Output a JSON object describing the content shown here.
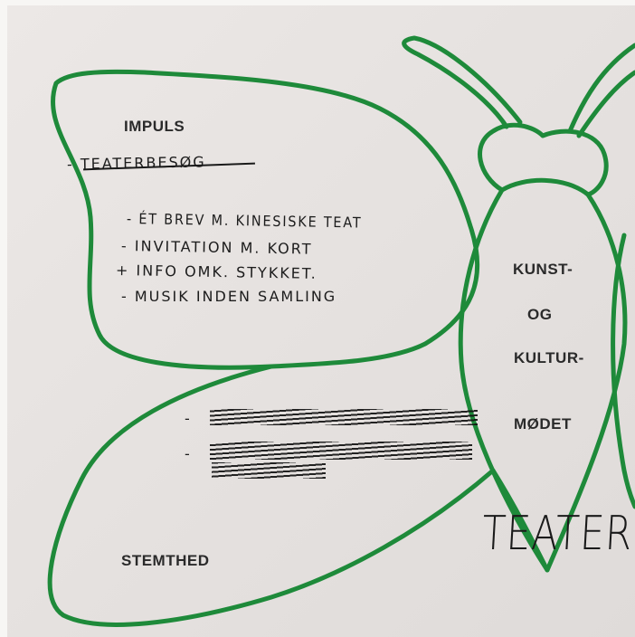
{
  "title": {
    "line1": "KUNST-",
    "line2": "OG",
    "line3": "KULTUR-",
    "line4": "MØDET"
  },
  "wing_labels": {
    "top": "IMPULS",
    "bottom": "STEMTHED"
  },
  "crossed_out_item": "- TEATERBESØG",
  "bullets": [
    "- ÉT BREV M. KINESISKE TEAT",
    "- INVITATION M. KORT",
    "+ INFO OMK. STYKKET.",
    "- MUSIK INDEN SAMLING"
  ],
  "scribbled_dashes": [
    "-",
    "-"
  ],
  "handwritten_title": "TEATER",
  "colors": {
    "outline": "#1e8a3a",
    "paper": "#e8e4e2",
    "ink": "#1a1a1a"
  }
}
